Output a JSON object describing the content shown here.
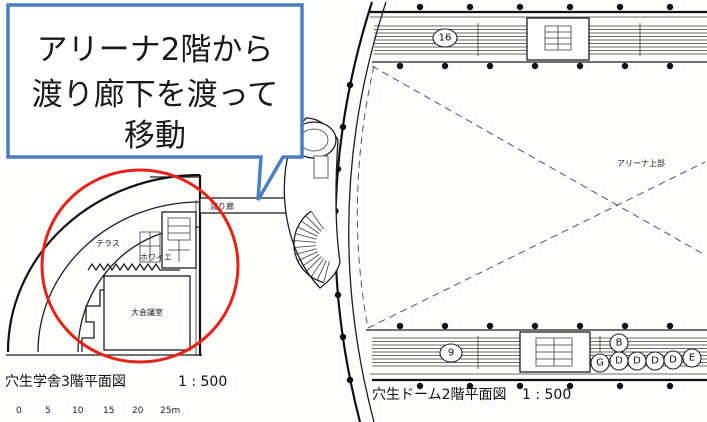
{
  "callout": {
    "lines": [
      "アリーナ2階から",
      "渡り廊下を渡って",
      "移動"
    ],
    "border_color": "#4a7fc1"
  },
  "highlight_circle": {
    "color": "#e5231b"
  },
  "connecting_bridge": {
    "label": "渡り廊"
  },
  "school_building_3f": {
    "rooms": {
      "terrace": "テラス",
      "foyer": "ホワイエ",
      "conference_hall": "大会議室"
    },
    "caption": "穴生学舎3階平面図",
    "scale": "1 : 500",
    "scale_bar_ticks": [
      "0",
      "5",
      "10",
      "15",
      "20",
      "25m"
    ]
  },
  "dome_2f": {
    "arena_label": "アリーナ上部",
    "gate_labels": {
      "top": "16",
      "bottom": "9"
    },
    "seat_block_markers": [
      "B",
      "G",
      "D",
      "D",
      "D",
      "D",
      "E"
    ],
    "caption": "穴生ドーム2階平面図",
    "scale": "1 : 500"
  }
}
